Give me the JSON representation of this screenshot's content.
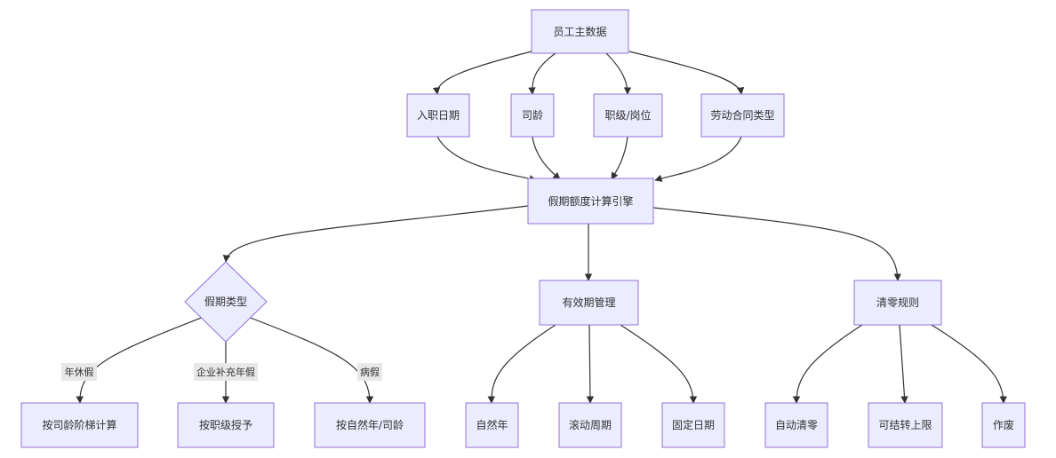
{
  "nodes": {
    "employee_master": "员工主数据",
    "hire_date": "入职日期",
    "seniority": "司龄",
    "rank_position": "职级/岗位",
    "contract_type": "劳动合同类型",
    "quota_engine": "假期额度计算引擎",
    "leave_type": "假期类型",
    "validity_mgmt": "有效期管理",
    "reset_rules": "清零规则",
    "by_seniority_tier": "按司龄阶梯计算",
    "by_rank_grant": "按职级授予",
    "by_natural_year_seniority": "按自然年/司龄",
    "natural_year": "自然年",
    "rolling_period": "滚动周期",
    "fixed_date": "固定日期",
    "auto_reset": "自动清零",
    "carry_over_limit": "可结转上限",
    "void": "作废"
  },
  "edge_labels": {
    "annual_leave": "年休假",
    "supplementary_annual_leave": "企业补充年假",
    "sick_leave": "病假"
  },
  "colors": {
    "node_fill": "#ECECFF",
    "node_stroke": "#9370DB",
    "edge": "#333333",
    "edge_label_bg": "#e8e8e8"
  }
}
